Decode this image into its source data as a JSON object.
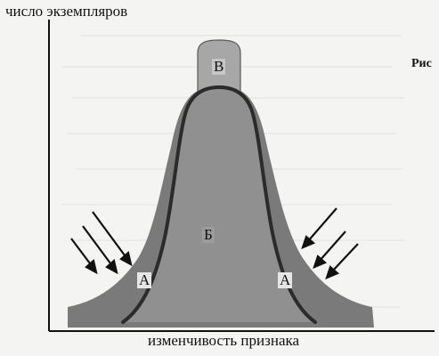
{
  "labels": {
    "y_axis": "число экземпляров",
    "x_axis": "изменчивость признака",
    "side_text": "Рис"
  },
  "zones": {
    "top": "В",
    "center": "Б",
    "left_tail": "А",
    "right_tail": "А"
  },
  "colors": {
    "background": "#f4f4f2",
    "outer_fill": "#777777",
    "inner_fill": "#8a8a8a",
    "peak_fill": "#a3a3a3",
    "curve_stroke": "#2b2b2b",
    "axis": "#111111"
  }
}
